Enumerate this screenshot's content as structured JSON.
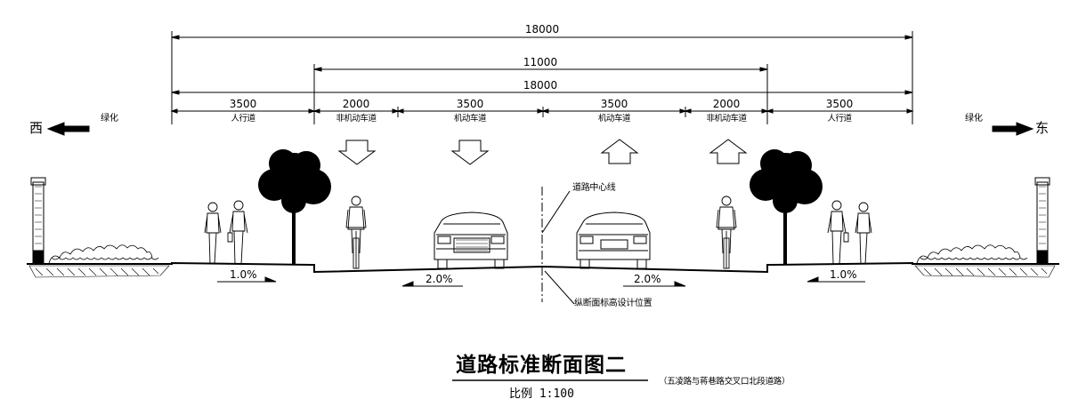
{
  "dimensions": {
    "total_top": "18000",
    "carriageway": "11000",
    "total_middle": "18000",
    "segments": [
      "3500",
      "2000",
      "3500",
      "3500",
      "2000",
      "3500"
    ]
  },
  "lanes": [
    "人行道",
    "非机动车道",
    "机动车道",
    "机动车道",
    "非机动车道",
    "人行道"
  ],
  "directions": {
    "west": "西",
    "east": "东"
  },
  "greening": {
    "left": "绿化",
    "right": "绿化"
  },
  "slopes": {
    "left_sidewalk": "1.0%",
    "left_carriageway": "2.0%",
    "right_carriageway": "2.0%",
    "right_sidewalk": "1.0%"
  },
  "annotations": {
    "centerline": "道路中心线",
    "design_elevation": "纵断面标高设计位置"
  },
  "title": "道路标准断面图二",
  "subtitle": "（五凌路与蒋巷路交叉口北段道路）",
  "scale": "比例 1:100",
  "icons": [
    "west-arrow-icon",
    "east-arrow-icon",
    "down-arrow-icon",
    "up-arrow-icon",
    "tree-icon",
    "pedestrian-icon",
    "cyclist-icon",
    "car-icon",
    "lamp-post-icon",
    "shrub-icon"
  ]
}
